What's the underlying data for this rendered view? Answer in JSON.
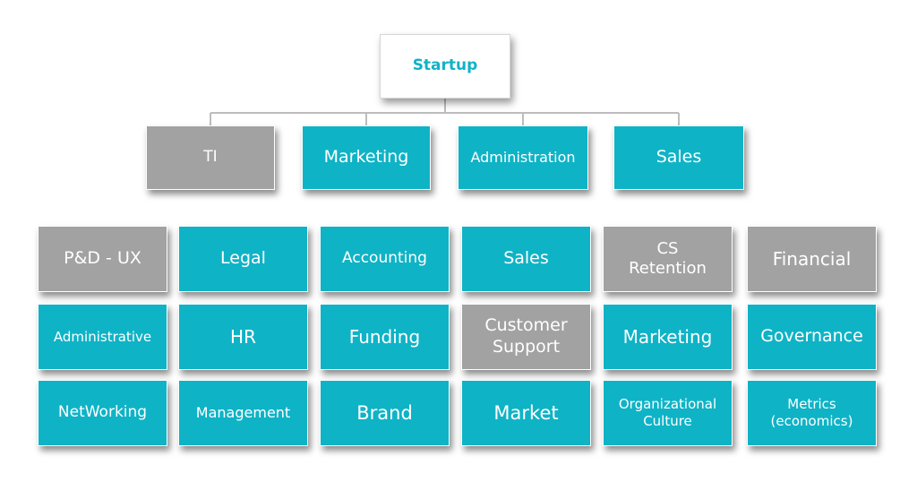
{
  "colors": {
    "teal": "#0fb3c6",
    "grey": "#a2a2a2",
    "connector": "#bdbdbd"
  },
  "root": {
    "label": "Startup"
  },
  "departments": [
    {
      "label": "TI",
      "color": "grey"
    },
    {
      "label": "Marketing",
      "color": "teal"
    },
    {
      "label": "Administration",
      "color": "teal"
    },
    {
      "label": "Sales",
      "color": "teal"
    }
  ],
  "grid": [
    [
      {
        "label": "P&D - UX",
        "color": "grey"
      },
      {
        "label": "Legal",
        "color": "teal"
      },
      {
        "label": "Accounting",
        "color": "teal"
      },
      {
        "label": "Sales",
        "color": "teal"
      },
      {
        "label": "CS\nRetention",
        "color": "grey"
      },
      {
        "label": "Financial",
        "color": "grey"
      }
    ],
    [
      {
        "label": "Administrative",
        "color": "teal"
      },
      {
        "label": "HR",
        "color": "teal"
      },
      {
        "label": "Funding",
        "color": "teal"
      },
      {
        "label": "Customer\nSupport",
        "color": "grey"
      },
      {
        "label": "Marketing",
        "color": "teal"
      },
      {
        "label": "Governance",
        "color": "teal"
      }
    ],
    [
      {
        "label": "NetWorking",
        "color": "teal"
      },
      {
        "label": "Management",
        "color": "teal"
      },
      {
        "label": "Brand",
        "color": "teal"
      },
      {
        "label": "Market",
        "color": "teal"
      },
      {
        "label": "Organizational\nCulture",
        "color": "teal"
      },
      {
        "label": "Metrics\n(economics)",
        "color": "teal"
      }
    ]
  ]
}
